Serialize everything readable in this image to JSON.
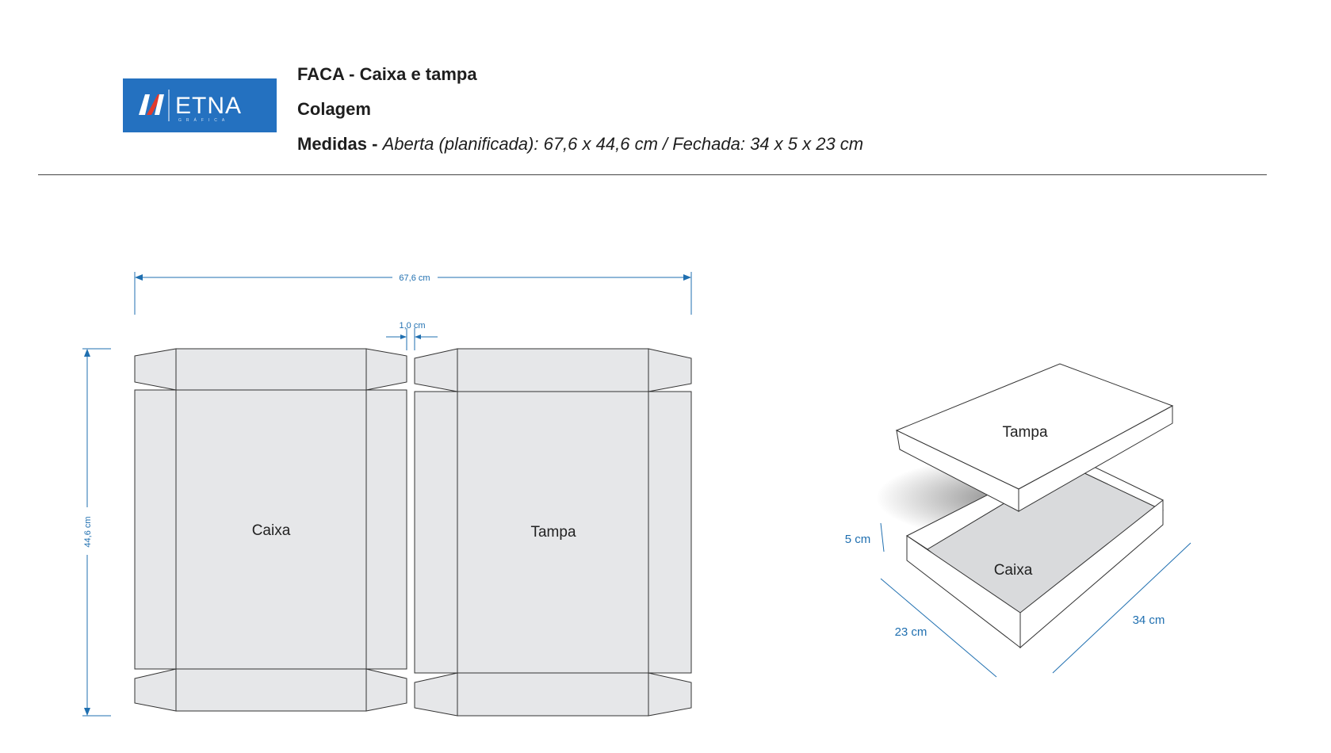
{
  "header": {
    "logo_text": "ETNA",
    "logo_subtext": "GRÁFICA",
    "title": "FACA - Caixa e tampa",
    "subtitle": "Colagem",
    "measures_label": "Medidas -",
    "measures_value": "Aberta (planificada): 67,6 x 44,6 cm / Fechada: 34 x 5 x 23 cm"
  },
  "dieline": {
    "width_label": "67,6 cm",
    "gap_label": "1,0 cm",
    "height_label": "44,6 cm",
    "left_panel_label": "Caixa",
    "right_panel_label": "Tampa"
  },
  "box3d": {
    "lid_label": "Tampa",
    "base_label": "Caixa",
    "height_label": "5 cm",
    "depth_label": "23 cm",
    "width_label": "34 cm"
  },
  "colors": {
    "brand_blue": "#2471c0",
    "dimension_blue": "#1f6fb0",
    "panel_fill": "#e6e7e9",
    "stroke": "#333333"
  }
}
